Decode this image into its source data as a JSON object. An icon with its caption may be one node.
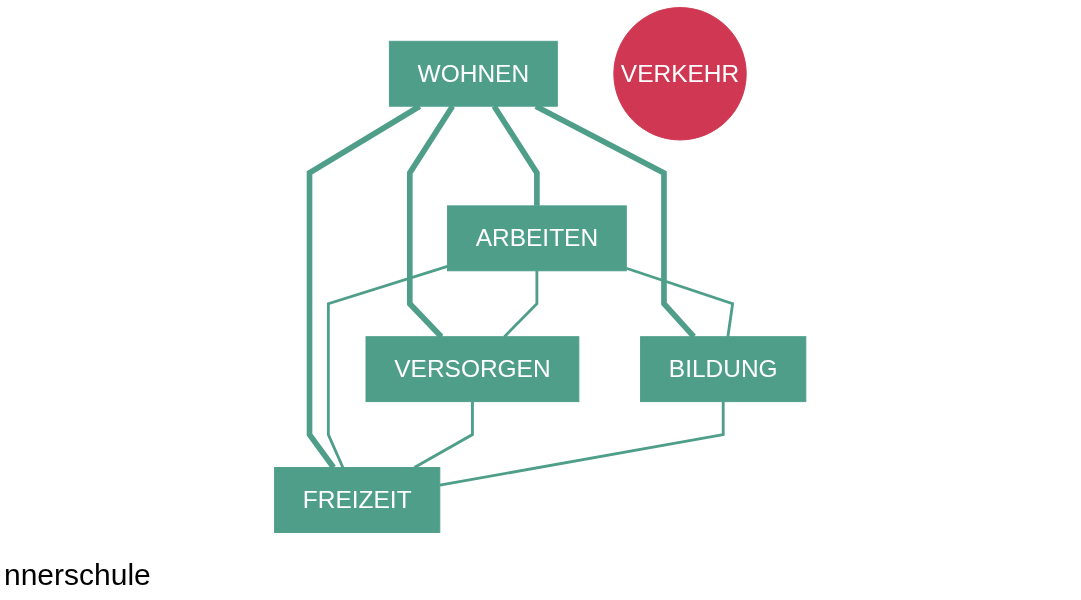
{
  "diagram": {
    "nodes": [
      {
        "text": [
          "WOHNEN"
        ]
      },
      {
        "text": [
          "ARBEITEN"
        ]
      },
      {
        "text": [
          "VERKEHR"
        ]
      },
      {
        "text": [
          "VERSORGEN"
        ]
      },
      {
        "text": [
          "BILDUNG"
        ]
      },
      {
        "text": [
          "FREIZEIT"
        ]
      }
    ],
    "edges": [
      {
        "from": 0,
        "to": 1,
        "arrow": "none",
        "style": "thick"
      },
      {
        "from": 0,
        "to": 3,
        "arrow": "none",
        "style": "thick"
      },
      {
        "from": 0,
        "to": 5,
        "arrow": "none",
        "style": "thick"
      },
      {
        "from": 0,
        "to": 4,
        "arrow": "none",
        "style": "thick"
      },
      {
        "from": 1,
        "to": 3,
        "arrow": "none"
      },
      {
        "from": 1,
        "to": 5,
        "arrow": "none"
      },
      {
        "from": 1,
        "to": 4,
        "arrow": "none"
      },
      {
        "from": 3,
        "to": 5,
        "arrow": "none"
      },
      {
        "from": 4,
        "to": 5,
        "arrow": "none"
      }
    ],
    "labels": [
      "nnerschule"
    ]
  }
}
